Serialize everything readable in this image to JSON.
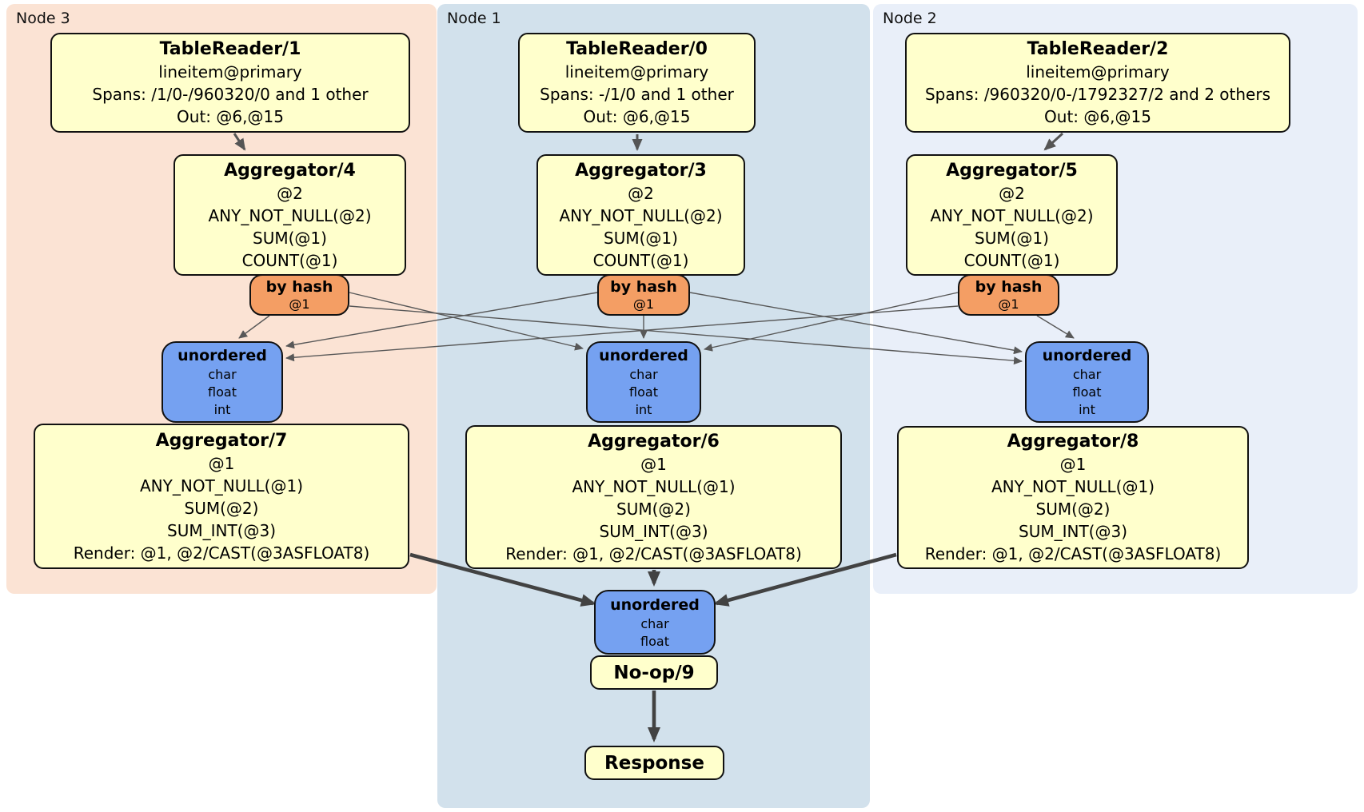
{
  "panels": {
    "node3": {
      "label": "Node 3",
      "tablereader": {
        "title": "TableReader/1",
        "lines": [
          "lineitem@primary",
          "Spans: /1/0-/960320/0 and 1 other",
          "Out: @6,@15"
        ]
      },
      "aggregator_top": {
        "title": "Aggregator/4",
        "lines": [
          "@2",
          "ANY_NOT_NULL(@2)",
          "SUM(@1)",
          "COUNT(@1)"
        ]
      },
      "router": {
        "label": "by hash",
        "key": "@1"
      },
      "stream": {
        "label": "unordered",
        "columns": [
          "char",
          "float",
          "int"
        ]
      },
      "aggregator_bottom": {
        "title": "Aggregator/7",
        "lines": [
          "@1",
          "ANY_NOT_NULL(@1)",
          "SUM(@2)",
          "SUM_INT(@3)",
          "Render: @1, @2/CAST(@3ASFLOAT8)"
        ]
      }
    },
    "node1": {
      "label": "Node 1",
      "tablereader": {
        "title": "TableReader/0",
        "lines": [
          "lineitem@primary",
          "Spans: -/1/0 and 1 other",
          "Out: @6,@15"
        ]
      },
      "aggregator_top": {
        "title": "Aggregator/3",
        "lines": [
          "@2",
          "ANY_NOT_NULL(@2)",
          "SUM(@1)",
          "COUNT(@1)"
        ]
      },
      "router": {
        "label": "by hash",
        "key": "@1"
      },
      "stream": {
        "label": "unordered",
        "columns": [
          "char",
          "float",
          "int"
        ]
      },
      "aggregator_bottom": {
        "title": "Aggregator/6",
        "lines": [
          "@1",
          "ANY_NOT_NULL(@1)",
          "SUM(@2)",
          "SUM_INT(@3)",
          "Render: @1, @2/CAST(@3ASFLOAT8)"
        ]
      },
      "final_stream": {
        "label": "unordered",
        "columns": [
          "char",
          "float"
        ]
      },
      "noop": {
        "title": "No-op/9"
      },
      "response": {
        "title": "Response"
      }
    },
    "node2": {
      "label": "Node 2",
      "tablereader": {
        "title": "TableReader/2",
        "lines": [
          "lineitem@primary",
          "Spans: /960320/0-/1792327/2 and 2 others",
          "Out: @6,@15"
        ]
      },
      "aggregator_top": {
        "title": "Aggregator/5",
        "lines": [
          "@2",
          "ANY_NOT_NULL(@2)",
          "SUM(@1)",
          "COUNT(@1)"
        ]
      },
      "router": {
        "label": "by hash",
        "key": "@1"
      },
      "stream": {
        "label": "unordered",
        "columns": [
          "char",
          "float",
          "int"
        ]
      },
      "aggregator_bottom": {
        "title": "Aggregator/8",
        "lines": [
          "@1",
          "ANY_NOT_NULL(@1)",
          "SUM(@2)",
          "SUM_INT(@3)",
          "Render: @1, @2/CAST(@3ASFLOAT8)"
        ]
      }
    }
  },
  "edges": [
    {
      "from": "TableReader/1",
      "to": "Aggregator/4"
    },
    {
      "from": "TableReader/0",
      "to": "Aggregator/3"
    },
    {
      "from": "TableReader/2",
      "to": "Aggregator/5"
    },
    {
      "from": "by hash (Node 3)",
      "to": "unordered (Node 3)"
    },
    {
      "from": "by hash (Node 3)",
      "to": "unordered (Node 1)"
    },
    {
      "from": "by hash (Node 3)",
      "to": "unordered (Node 2)"
    },
    {
      "from": "by hash (Node 1)",
      "to": "unordered (Node 3)"
    },
    {
      "from": "by hash (Node 1)",
      "to": "unordered (Node 1)"
    },
    {
      "from": "by hash (Node 1)",
      "to": "unordered (Node 2)"
    },
    {
      "from": "by hash (Node 2)",
      "to": "unordered (Node 3)"
    },
    {
      "from": "by hash (Node 2)",
      "to": "unordered (Node 1)"
    },
    {
      "from": "by hash (Node 2)",
      "to": "unordered (Node 2)"
    },
    {
      "from": "Aggregator/7",
      "to": "unordered (final)"
    },
    {
      "from": "Aggregator/6",
      "to": "unordered (final)"
    },
    {
      "from": "Aggregator/8",
      "to": "unordered (final)"
    },
    {
      "from": "No-op/9",
      "to": "Response"
    }
  ],
  "colors": {
    "processor_fill": "#ffffcc",
    "router_fill": "#f49e64",
    "stream_fill": "#75a1f1",
    "node3_bg": "#fbe3d4",
    "node1_bg": "#d2e1ec",
    "node2_bg": "#e9eff9",
    "thin_edge": "#585858",
    "thick_edge": "#424242"
  }
}
